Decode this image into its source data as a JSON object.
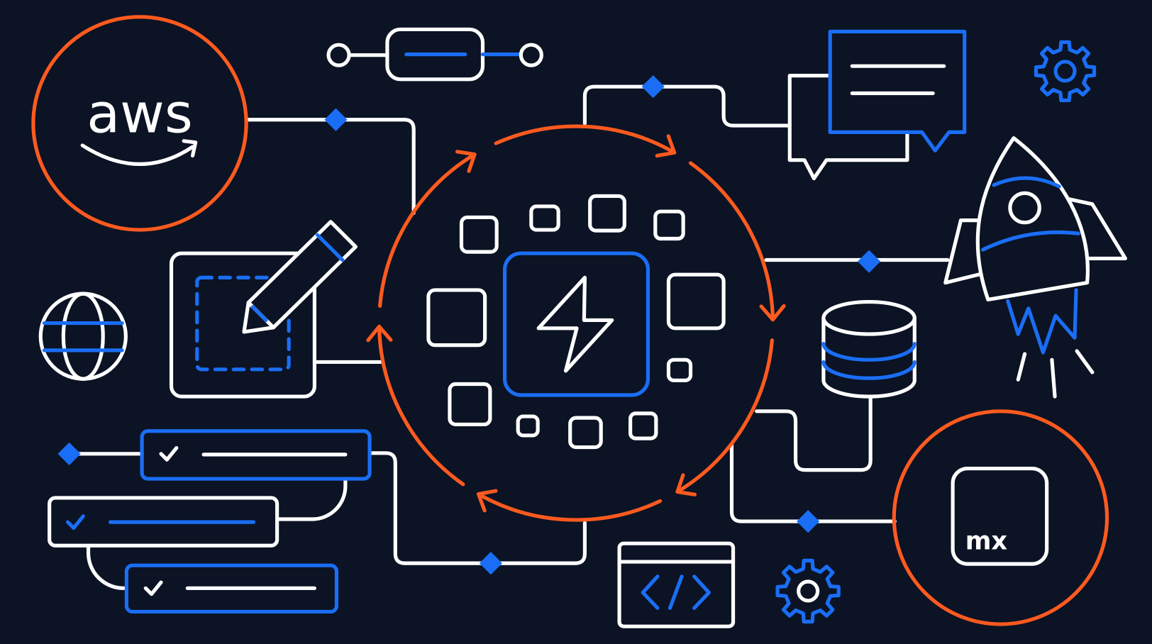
{
  "illustration": {
    "logos": {
      "aws": "aws",
      "mx": "mx"
    },
    "code_glyph": "</>",
    "colors": {
      "background": "#0b1324",
      "accent_orange": "#ff5a1f",
      "accent_blue": "#1a6ef5",
      "line_white": "#ffffff"
    },
    "icons": [
      "aws-logo",
      "toggle-slider",
      "chat-bubbles",
      "gear",
      "rocket",
      "pencil-edit",
      "globe",
      "lightning-bolt",
      "database",
      "checklist",
      "code-window",
      "mx-logo"
    ]
  }
}
